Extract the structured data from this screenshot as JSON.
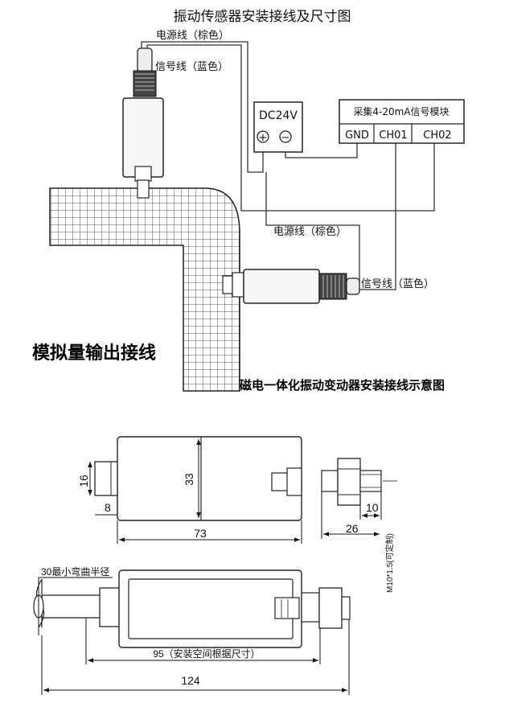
{
  "wiring": {
    "title": "振动传感器安装接线及尺寸图",
    "power_wire_label_top": "电源线（棕色）",
    "signal_wire_label_top": "信号线（蓝色）",
    "psu_label": "DC24V",
    "psu_plus": "+",
    "psu_minus": "−",
    "module_title": "采集4-20mA信号模块",
    "module_ports": [
      "GND",
      "CH01",
      "CH02"
    ],
    "power_wire_label_right": "电源线（棕色）",
    "signal_wire_label_right": "信号线（蓝色）",
    "analog_output_label": "模拟量输出接线",
    "integrated_caption": "磁电一体化振动变动器安装接线示意图"
  },
  "dimensions": {
    "d16": "16",
    "d8": "8",
    "d33": "33",
    "d73": "73",
    "d10": "10",
    "d26": "26",
    "thread": "M10*1.5(可定制)",
    "bend_radius": "30最小弯曲半径",
    "d95": "95（安装空间根据尺寸）",
    "d124": "124"
  }
}
